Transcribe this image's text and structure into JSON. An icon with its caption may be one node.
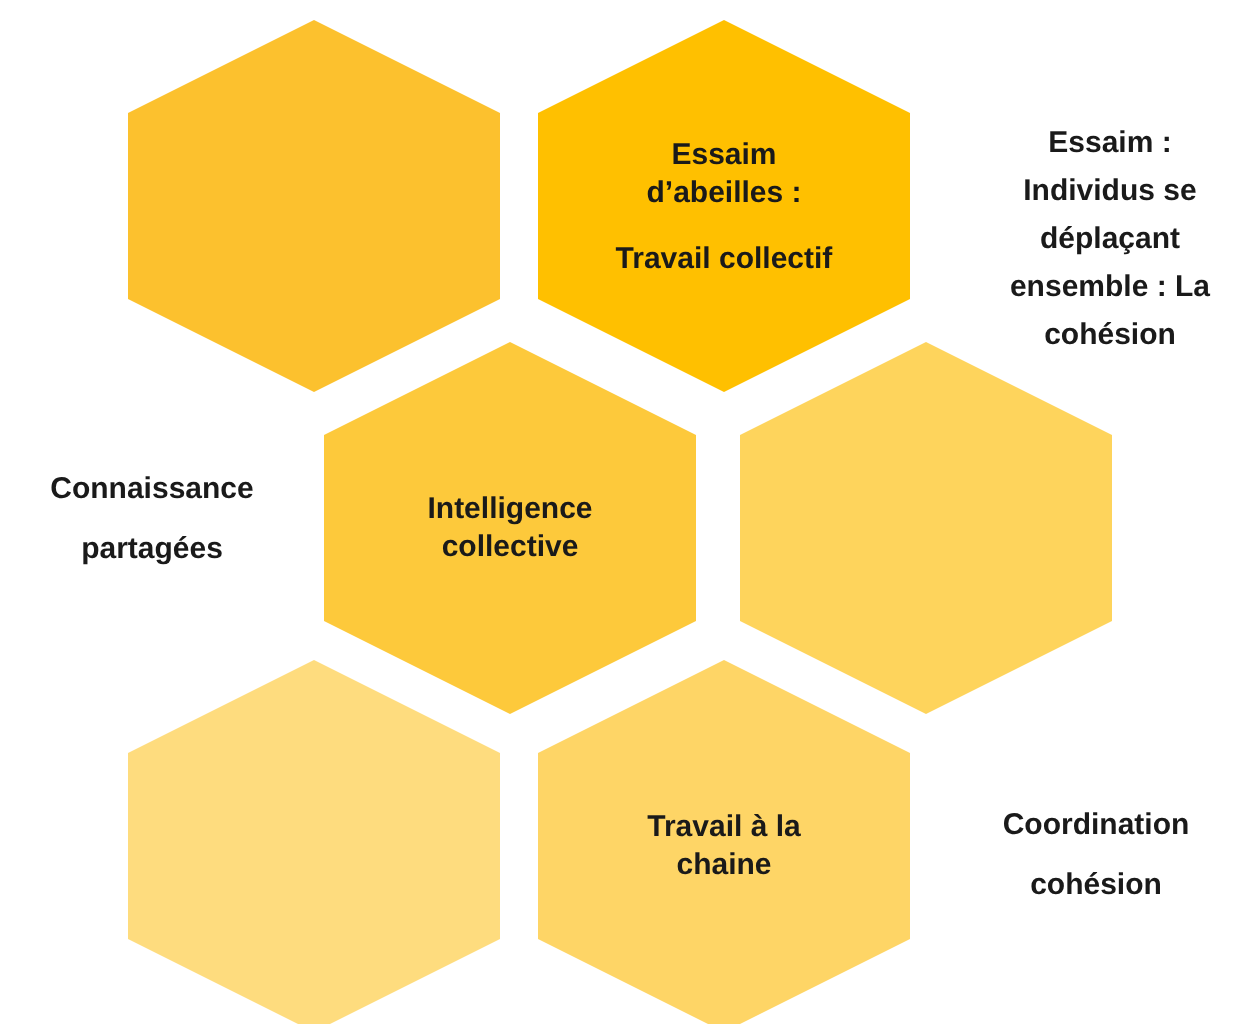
{
  "diagram": {
    "nodes": [
      {
        "text": [],
        "shape": "hexagon"
      },
      {
        "text": [
          "Essaim d’abeilles :",
          "Travail collectif"
        ]
      },
      {
        "text": [
          "Intelligence collective"
        ]
      },
      {
        "text": [],
        "shape": "hexagon"
      },
      {
        "text": [],
        "shape": "hexagon"
      },
      {
        "text": [
          "Travail à la chaine"
        ]
      }
    ],
    "labels": [
      "Essaim : Individus se déplaçant ensemble : La cohésion",
      "Connaissance partagées",
      "Coordination cohésion"
    ]
  }
}
